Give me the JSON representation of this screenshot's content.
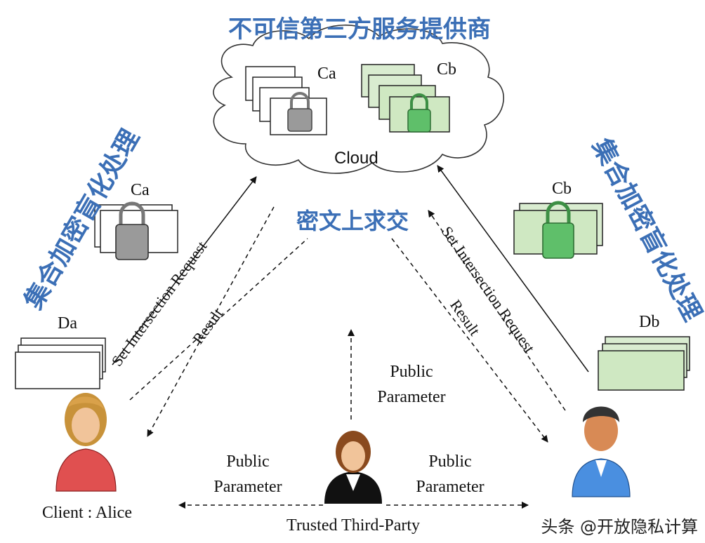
{
  "title": "不可信第三方服务提供商",
  "left_side_label": "集合加密盲化处理",
  "right_side_label": "集合加密盲化处理",
  "center_label": "密文上求交",
  "cloud": {
    "label": "Cloud",
    "ca_label": "Ca",
    "cb_label": "Cb"
  },
  "alice": {
    "name": "Client : Alice",
    "data_label": "Da",
    "encrypted_label": "Ca"
  },
  "bob": {
    "data_label": "Db",
    "encrypted_label": "Cb"
  },
  "arrows": {
    "left_request": "Set Intersection Request",
    "left_result": "Result",
    "right_request": "Set Intersection Request",
    "right_result": "Result"
  },
  "ttp": {
    "name": "Trusted Third-Party",
    "param_up": "Public Parameter",
    "param_left": "Public Parameter",
    "param_right": "Public Parameter"
  },
  "watermark": "头条 @开放隐私计算",
  "colors": {
    "label_blue": "#3b6fb6",
    "lock_gray": "#9a9a9a",
    "lock_green": "#5fbf6a",
    "doc_green": "#cfe8c2",
    "alice_shirt": "#e05050",
    "bob_shirt": "#4a8fe0"
  }
}
